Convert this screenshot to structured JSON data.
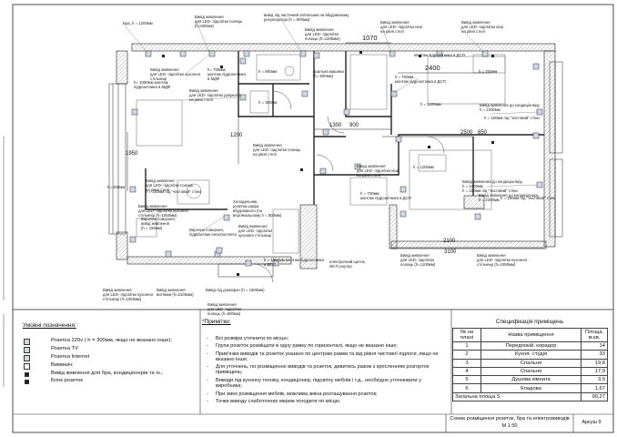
{
  "legend": {
    "title": "Умовні позначення:",
    "items": [
      {
        "icon": "socket-icon",
        "text": "Розетка 220v ( h = 300мм, якщо не вказано інше);"
      },
      {
        "icon": "tv-socket-icon",
        "text": "Розетка TV"
      },
      {
        "icon": "internet-socket-icon",
        "text": "Розетка Internet"
      },
      {
        "icon": "switch-icon",
        "text": "Вимикач;"
      },
      {
        "icon": "power-output-icon",
        "text": "Вивід живлення  для бра, кондиціонерів та ін.;"
      },
      {
        "icon": "socket-block-icon",
        "text": "Блок розеток"
      }
    ]
  },
  "notes": {
    "title": "*Примітки:",
    "items": [
      "Всі розміри уточнити по місцю;",
      "Групи розеток розміщати в одну рамку по горизонталі, якщо не вказано інше;",
      "Прив'язки виводів та розеток указано по центрам рамки та від рівня чистової підлоги ,якщо не вказано інше;",
      "Для уточнень, по розміщенню виводів та розеток, дивитись разом з кресленням розгорток приміщень;",
      "Виводи під кухонну техніку, кондиціонер, підсвітку меблів і т.д., необхідно уточнювати у виробника;",
      "При зміні розміщення меблів, можлива зміна розташування розеток;",
      "Точки виводу слаботочних мереж погодити по місцю."
    ]
  },
  "spec": {
    "title": "Специфікація приміщень",
    "col_num": "№ на плані",
    "col_name": "Назва приміщення",
    "col_area": "Площа, м.кв.",
    "rows": [
      {
        "num": "1",
        "name": "Передпокій, коридор",
        "area": "14"
      },
      {
        "num": "2",
        "name": "Кухня- студія",
        "area": "33"
      },
      {
        "num": "3",
        "name": "Спальня",
        "area": "19,8"
      },
      {
        "num": "4",
        "name": "Спальня",
        "area": "17,9"
      },
      {
        "num": "5",
        "name": "Душова кімната",
        "area": "3,9"
      },
      {
        "num": "6",
        "name": "Кладова",
        "area": "1,67"
      }
    ],
    "total_label": "Загальна площа S",
    "total_value": "90,27"
  },
  "stamp": {
    "title": "Схема розміщення розеток, бра та електровиводів",
    "scale": "М 1:50",
    "sheet": "Аркуш 9"
  },
  "plan": {
    "dimensions": [
      "1070",
      "2400",
      "900",
      "1300",
      "850",
      "2100",
      "2500",
      "3100",
      "1200",
      "1950"
    ],
    "annotations": [
      {
        "id": "a1",
        "text": "Бра, h = 1200мм"
      },
      {
        "id": "a2",
        "text": "Вивід живлення\nдля LED- підсвітки полиць\n(h=600мм)"
      },
      {
        "id": "a3",
        "text": "вивід під настінний світильник на вбудованому\nрекуператорі (h = 900мм)"
      },
      {
        "id": "a4",
        "text": "Вивід живлення\nдля LED- підсвітки\nполиць (h=1200мм)"
      },
      {
        "id": "a5",
        "text": "Вивід живлення\nдля LED- підсвітки ніші\nна рівні стелі"
      },
      {
        "id": "a6",
        "text": "Вивід живлення\nдля LED- підсвітки ніші\nна рівні стелі"
      },
      {
        "id": "a7",
        "text": "монтаж підрозетника в ДСП"
      },
      {
        "id": "a8",
        "text": "h= 700мм,\nмонтаж підрозетника\nв МДФ"
      },
      {
        "id": "a9",
        "text": "h= 1000мм,монтаж\nпідрозетника в МДФ"
      },
      {
        "id": "a10",
        "text": "Вивід живлення\nдля LED- підсвітки дзеркала\nна рівні стелі"
      },
      {
        "id": "a11",
        "text": "h = 900мм"
      },
      {
        "id": "a12",
        "text": "h = 300мм"
      },
      {
        "id": "a13",
        "text": "пральна машина\n(h= 500мм)"
      },
      {
        "id": "a14",
        "text": "h = 700мм,\nмонтаж підрозетника в ДСП"
      },
      {
        "id": "a15",
        "text": "h = 700мм"
      },
      {
        "id": "a16",
        "text": "Вивід живлення до кондиціонеру,\nh = 2400мм"
      },
      {
        "id": "a17",
        "text": "h = 150мм під \"чистовий\" стіни"
      },
      {
        "id": "a18",
        "text": "h = 1200мм"
      },
      {
        "id": "a19",
        "text": "Вивід живлення\nдля LED- підсвітки полиць\nна рівні стелі"
      },
      {
        "id": "a20",
        "text": "Вивід живлення до кондиціонеру,\nh = 2200мм"
      },
      {
        "id": "a21",
        "text": "h = 150мм під \"чистовий\" стіни"
      },
      {
        "id": "a22",
        "text": "Вивід живлення\nдля LED- підсвітки ніші\nна рівні стелі"
      },
      {
        "id": "a23",
        "text": "h = 1200мм"
      },
      {
        "id": "a24",
        "text": "h = 700мм,\nмонтаж підрозетника в ДСП"
      },
      {
        "id": "a25",
        "text": "Вивід живлення до кондиціонеру,\nh = 2200мм"
      },
      {
        "id": "a26",
        "text": "h = 150мм під \"чистовий\" стіни"
      },
      {
        "id": "a27",
        "text": "Вивід живлення\nдля LED- підсвітки полиць\nна рівні стелі"
      },
      {
        "id": "a28",
        "text": "h= 200мм"
      },
      {
        "id": "a29",
        "text": "h = 150мм під \"чистовий\" стіни"
      },
      {
        "id": "a30",
        "text": "Вивід живлення\nдля LED- підсвітки кухонної\nстільниці (h=1050мм)"
      },
      {
        "id": "a31",
        "text": "Варочна поверхня,\nвивід живлення\n(h = 150мм)"
      },
      {
        "id": "a32",
        "text": "Варочна поверхня,\nпідрозетник електроплити"
      },
      {
        "id": "a33",
        "text": "Холодильник,\nрозетка шафа\nвбудованого (по\nвертикальному h = 500мм)"
      },
      {
        "id": "a34",
        "text": "Вивід живлення\nдля LED- підсвітки\nкухонної стільниці"
      },
      {
        "id": "a35",
        "text": "h = 1050мм,монтаж підрозетника\nв ДСП"
      },
      {
        "id": "a36",
        "text": "електричний щиток,\nWi-Fi роутер"
      },
      {
        "id": "a37",
        "text": "Вивід живлення\nдля LED- підсвітки\nполиць (h=1100мм)"
      },
      {
        "id": "a38",
        "text": "Вивід живлення\nдля LED- підсвітки кухонної\nстільниці (h=1050мм)"
      },
      {
        "id": "a39",
        "text": "Вивід живлення\nдля LED- підсвітки кухонної\nстільниці (h=1050мм)"
      },
      {
        "id": "a40",
        "text": "Вивід живлення\nвитяжки (h=2100мм)"
      },
      {
        "id": "a41",
        "text": "Вивід під домофон (h = 1500мм)"
      },
      {
        "id": "a42",
        "text": "Вивід живлення\nдля LED- підсвітки\nполиць (h=600мм)"
      },
      {
        "id": "a43",
        "text": "Вивід живлення\nдля LED- підсвітки кухонної\nстільниці"
      }
    ]
  }
}
